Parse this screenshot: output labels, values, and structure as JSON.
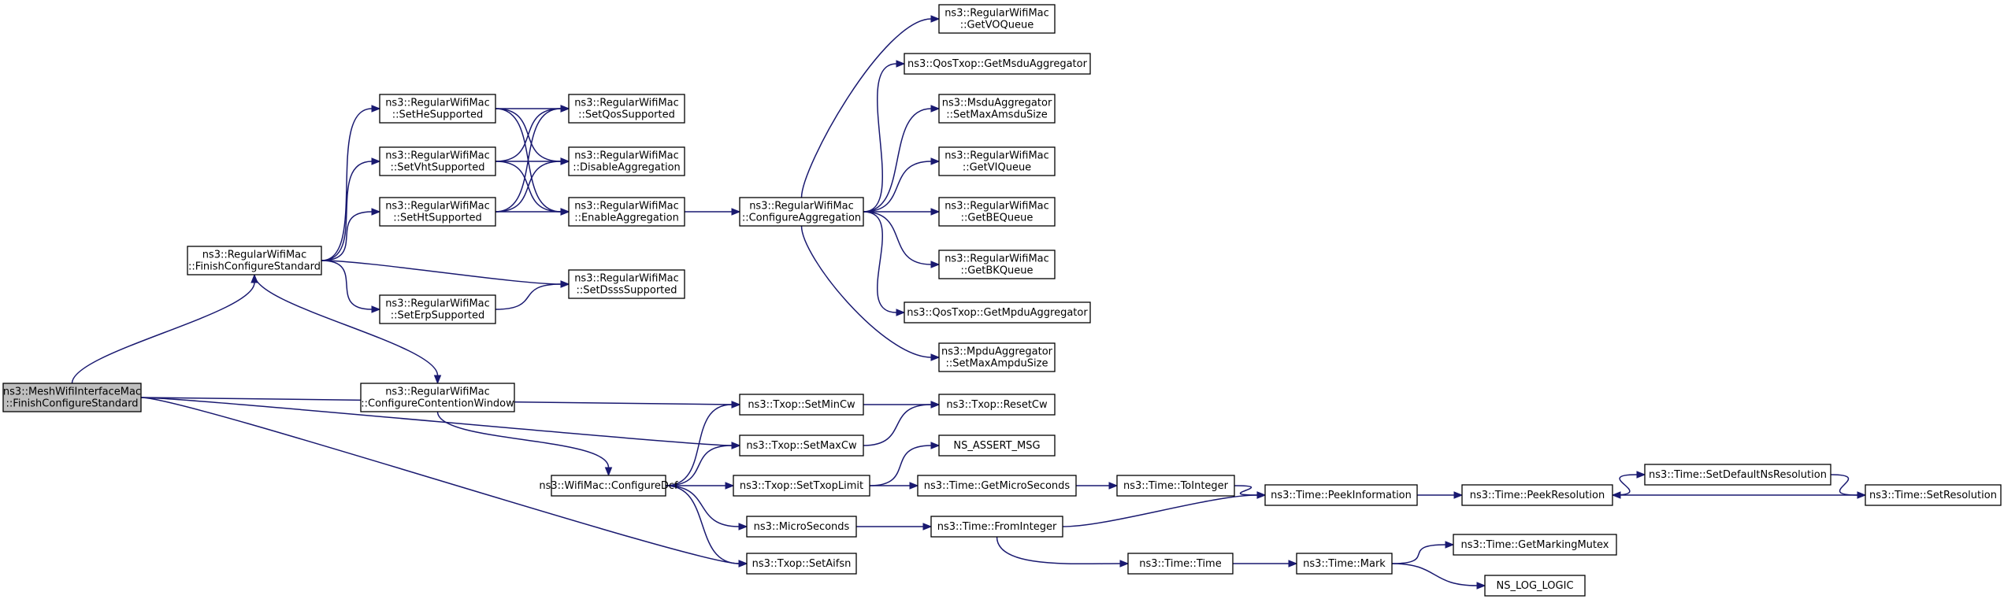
{
  "graph": {
    "nodes": [
      {
        "id": "root",
        "lines": [
          "ns3::MeshWifiInterfaceMac",
          "::FinishConfigureStandard"
        ],
        "highlight": true
      },
      {
        "id": "finishCfg",
        "lines": [
          "ns3::RegularWifiMac",
          "::FinishConfigureStandard"
        ]
      },
      {
        "id": "setHe",
        "lines": [
          "ns3::RegularWifiMac",
          "::SetHeSupported"
        ]
      },
      {
        "id": "setVht",
        "lines": [
          "ns3::RegularWifiMac",
          "::SetVhtSupported"
        ]
      },
      {
        "id": "setHt",
        "lines": [
          "ns3::RegularWifiMac",
          "::SetHtSupported"
        ]
      },
      {
        "id": "setErp",
        "lines": [
          "ns3::RegularWifiMac",
          "::SetErpSupported"
        ]
      },
      {
        "id": "cfgCW",
        "lines": [
          "ns3::RegularWifiMac",
          "::ConfigureContentionWindow"
        ]
      },
      {
        "id": "setQos",
        "lines": [
          "ns3::RegularWifiMac",
          "::SetQosSupported"
        ]
      },
      {
        "id": "disAgg",
        "lines": [
          "ns3::RegularWifiMac",
          "::DisableAggregation"
        ]
      },
      {
        "id": "enAgg",
        "lines": [
          "ns3::RegularWifiMac",
          "::EnableAggregation"
        ]
      },
      {
        "id": "setDsss",
        "lines": [
          "ns3::RegularWifiMac",
          "::SetDsssSupported"
        ]
      },
      {
        "id": "cfgAgg",
        "lines": [
          "ns3::RegularWifiMac",
          "::ConfigureAggregation"
        ]
      },
      {
        "id": "getVO",
        "lines": [
          "ns3::RegularWifiMac",
          "::GetVOQueue"
        ]
      },
      {
        "id": "getMsdu",
        "lines": [
          "ns3::QosTxop::GetMsduAggregator"
        ]
      },
      {
        "id": "setMaxAmsdu",
        "lines": [
          "ns3::MsduAggregator",
          "::SetMaxAmsduSize"
        ]
      },
      {
        "id": "getVI",
        "lines": [
          "ns3::RegularWifiMac",
          "::GetVIQueue"
        ]
      },
      {
        "id": "getBE",
        "lines": [
          "ns3::RegularWifiMac",
          "::GetBEQueue"
        ]
      },
      {
        "id": "getBK",
        "lines": [
          "ns3::RegularWifiMac",
          "::GetBKQueue"
        ]
      },
      {
        "id": "getMpdu",
        "lines": [
          "ns3::QosTxop::GetMpduAggregator"
        ]
      },
      {
        "id": "setMaxAmpdu",
        "lines": [
          "ns3::MpduAggregator",
          "::SetMaxAmpduSize"
        ]
      },
      {
        "id": "setMinCw",
        "lines": [
          "ns3::Txop::SetMinCw"
        ]
      },
      {
        "id": "setMaxCw",
        "lines": [
          "ns3::Txop::SetMaxCw"
        ]
      },
      {
        "id": "resetCw",
        "lines": [
          "ns3::Txop::ResetCw"
        ]
      },
      {
        "id": "cfgDcf",
        "lines": [
          "ns3::WifiMac::ConfigureDcf"
        ]
      },
      {
        "id": "setTxop",
        "lines": [
          "ns3::Txop::SetTxopLimit"
        ]
      },
      {
        "id": "nsAssert",
        "lines": [
          "NS_ASSERT_MSG"
        ]
      },
      {
        "id": "getMicro",
        "lines": [
          "ns3::Time::GetMicroSeconds"
        ]
      },
      {
        "id": "toInt",
        "lines": [
          "ns3::Time::ToInteger"
        ]
      },
      {
        "id": "peekInfo",
        "lines": [
          "ns3::Time::PeekInformation"
        ]
      },
      {
        "id": "peekRes",
        "lines": [
          "ns3::Time::PeekResolution"
        ]
      },
      {
        "id": "setDefRes",
        "lines": [
          "ns3::Time::SetDefaultNsResolution"
        ]
      },
      {
        "id": "setRes",
        "lines": [
          "ns3::Time::SetResolution"
        ]
      },
      {
        "id": "micro",
        "lines": [
          "ns3::MicroSeconds"
        ]
      },
      {
        "id": "fromInt",
        "lines": [
          "ns3::Time::FromInteger"
        ]
      },
      {
        "id": "timeTime",
        "lines": [
          "ns3::Time::Time"
        ]
      },
      {
        "id": "mark",
        "lines": [
          "ns3::Time::Mark"
        ]
      },
      {
        "id": "getMarkMutex",
        "lines": [
          "ns3::Time::GetMarkingMutex"
        ]
      },
      {
        "id": "nsLog",
        "lines": [
          "NS_LOG_LOGIC"
        ]
      },
      {
        "id": "setAifsn",
        "lines": [
          "ns3::Txop::SetAifsn"
        ]
      }
    ],
    "edges": [
      {
        "from": "root",
        "to": "finishCfg"
      },
      {
        "from": "root",
        "to": "setMinCw"
      },
      {
        "from": "root",
        "to": "setMaxCw"
      },
      {
        "from": "root",
        "to": "setAifsn"
      },
      {
        "from": "finishCfg",
        "to": "setHe"
      },
      {
        "from": "finishCfg",
        "to": "setVht"
      },
      {
        "from": "finishCfg",
        "to": "setHt"
      },
      {
        "from": "finishCfg",
        "to": "setErp"
      },
      {
        "from": "finishCfg",
        "to": "setDsss"
      },
      {
        "from": "finishCfg",
        "to": "cfgCW"
      },
      {
        "from": "setHe",
        "to": "setQos"
      },
      {
        "from": "setHe",
        "to": "disAgg"
      },
      {
        "from": "setHe",
        "to": "enAgg"
      },
      {
        "from": "setVht",
        "to": "setQos"
      },
      {
        "from": "setVht",
        "to": "disAgg"
      },
      {
        "from": "setVht",
        "to": "enAgg"
      },
      {
        "from": "setHt",
        "to": "setQos"
      },
      {
        "from": "setHt",
        "to": "disAgg"
      },
      {
        "from": "setHt",
        "to": "enAgg"
      },
      {
        "from": "setErp",
        "to": "setDsss"
      },
      {
        "from": "enAgg",
        "to": "cfgAgg"
      },
      {
        "from": "cfgAgg",
        "to": "getVO"
      },
      {
        "from": "cfgAgg",
        "to": "getMsdu"
      },
      {
        "from": "cfgAgg",
        "to": "setMaxAmsdu"
      },
      {
        "from": "cfgAgg",
        "to": "getVI"
      },
      {
        "from": "cfgAgg",
        "to": "getBE"
      },
      {
        "from": "cfgAgg",
        "to": "getBK"
      },
      {
        "from": "cfgAgg",
        "to": "getMpdu"
      },
      {
        "from": "cfgAgg",
        "to": "setMaxAmpdu"
      },
      {
        "from": "cfgCW",
        "to": "cfgDcf"
      },
      {
        "from": "cfgDcf",
        "to": "setMinCw"
      },
      {
        "from": "cfgDcf",
        "to": "setMaxCw"
      },
      {
        "from": "cfgDcf",
        "to": "setTxop"
      },
      {
        "from": "cfgDcf",
        "to": "micro"
      },
      {
        "from": "cfgDcf",
        "to": "setAifsn"
      },
      {
        "from": "setMinCw",
        "to": "resetCw"
      },
      {
        "from": "setMaxCw",
        "to": "resetCw"
      },
      {
        "from": "setTxop",
        "to": "nsAssert"
      },
      {
        "from": "setTxop",
        "to": "getMicro"
      },
      {
        "from": "getMicro",
        "to": "toInt"
      },
      {
        "from": "toInt",
        "to": "peekInfo"
      },
      {
        "from": "peekInfo",
        "to": "peekRes"
      },
      {
        "from": "peekRes",
        "to": "setDefRes"
      },
      {
        "from": "setDefRes",
        "to": "setRes"
      },
      {
        "from": "setRes",
        "to": "peekRes"
      },
      {
        "from": "micro",
        "to": "fromInt"
      },
      {
        "from": "fromInt",
        "to": "peekInfo"
      },
      {
        "from": "fromInt",
        "to": "timeTime"
      },
      {
        "from": "timeTime",
        "to": "mark"
      },
      {
        "from": "mark",
        "to": "getMarkMutex"
      },
      {
        "from": "mark",
        "to": "nsLog"
      }
    ]
  }
}
